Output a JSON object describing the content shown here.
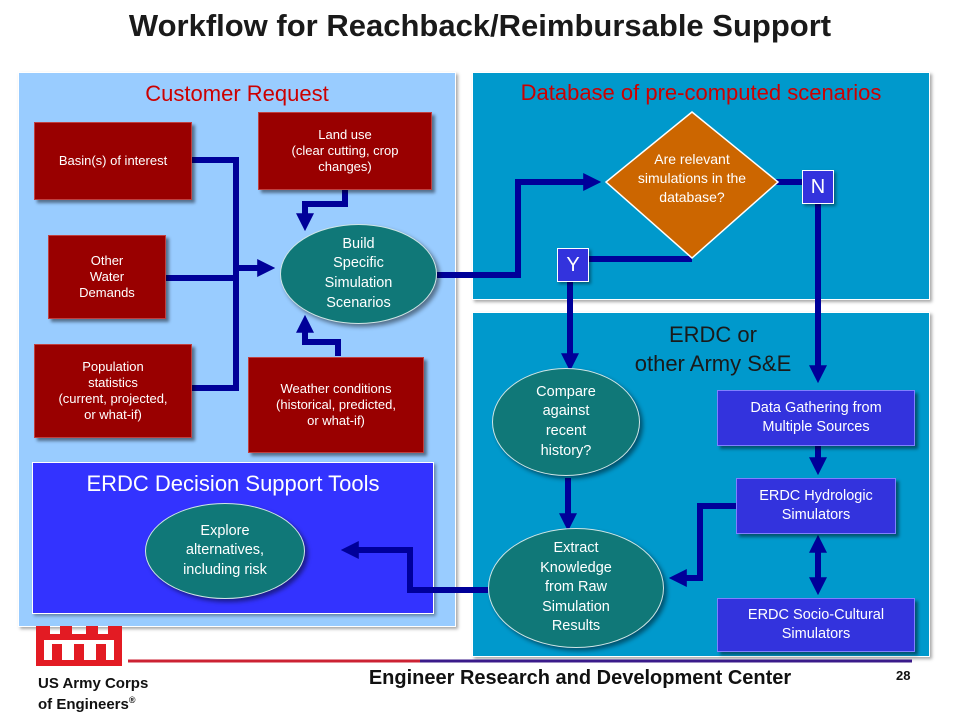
{
  "title": "Workflow for Reachback/Reimbursable Support",
  "panels": {
    "customer_request": "Customer Request",
    "database": "Database of pre-computed scenarios",
    "erdc_army": "ERDC or\nother Army S&E",
    "decision_tools": "ERDC Decision Support Tools"
  },
  "inputs": {
    "basin": "Basin(s) of interest",
    "land_use": "Land use\n(clear cutting, crop\nchanges)",
    "water_demands": "Other\nWater\nDemands",
    "population": "Population\nstatistics\n(current, projected,\nor what-if)",
    "weather": "Weather conditions\n(historical, predicted,\nor what-if)"
  },
  "nodes": {
    "build_scenarios": "Build\nSpecific\nSimulation\nScenarios",
    "decision": "Are relevant\nsimulations in the\ndatabase?",
    "yes": "Y",
    "no": "N",
    "compare": "Compare\nagainst\nrecent\nhistory?",
    "extract": "Extract\nKnowledge\nfrom Raw\nSimulation\nResults",
    "explore": "Explore\nalternatives,\nincluding risk",
    "data_gathering": "Data Gathering from\nMultiple Sources",
    "hydrologic": "ERDC Hydrologic\nSimulators",
    "socio_cultural": "ERDC Socio-Cultural\nSimulators"
  },
  "footer": {
    "center": "Engineer Research and Development Center",
    "page_number": "28",
    "org_line1": "US Army Corps",
    "org_line2": "of Engineers",
    "registered": "®"
  },
  "colors": {
    "panel_light_blue": "#99ccff",
    "panel_cyan": "#0099cc",
    "panel_blue": "#3333ff",
    "red_box": "#990000",
    "teal_ellipse": "#107878",
    "decision_orange": "#cc6600",
    "arrow": "#000099"
  }
}
